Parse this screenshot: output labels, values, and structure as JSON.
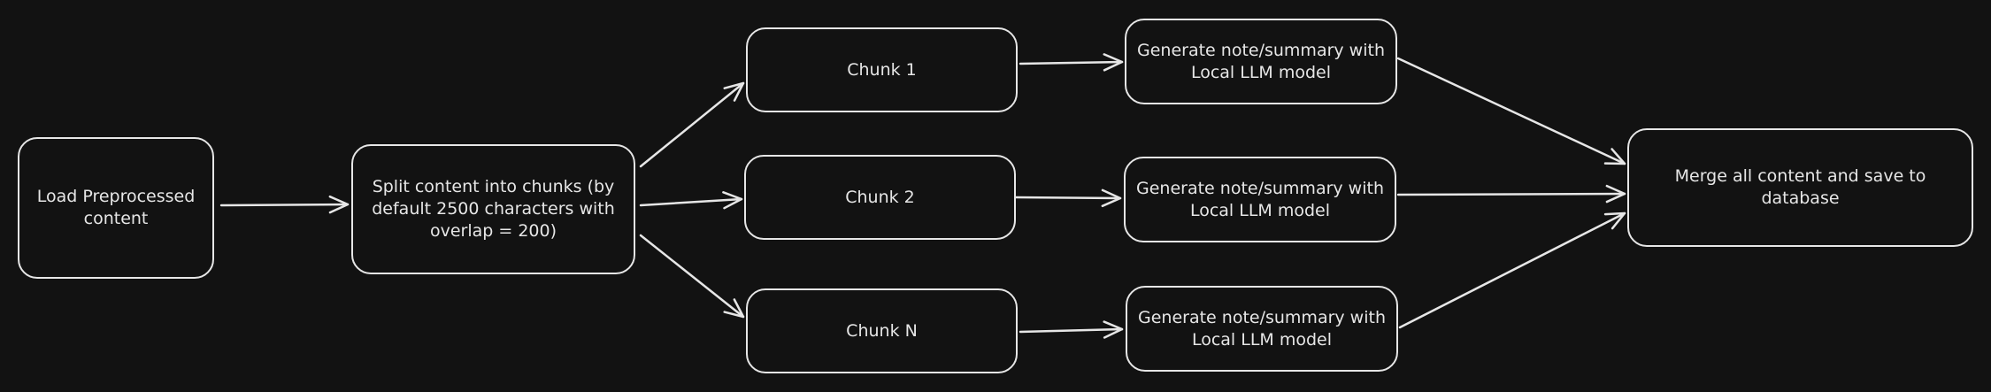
{
  "diagram": {
    "background": "#121212",
    "stroke_color": "#e6e6e6",
    "nodes": {
      "load": "Load Preprocessed content",
      "split": "Split content into chunks (by default 2500 characters with overlap = 200)",
      "chunk1": "Chunk 1",
      "chunk2": "Chunk 2",
      "chunkN": "Chunk N",
      "gen1": "Generate note/summary with Local LLM model",
      "gen2": "Generate note/summary with Local LLM model",
      "gen3": "Generate note/summary with Local LLM model",
      "merge": "Merge all content and save to database"
    },
    "edges": [
      {
        "from": "load",
        "to": "split"
      },
      {
        "from": "split",
        "to": "chunk1"
      },
      {
        "from": "split",
        "to": "chunk2"
      },
      {
        "from": "split",
        "to": "chunkN"
      },
      {
        "from": "chunk1",
        "to": "gen1"
      },
      {
        "from": "chunk2",
        "to": "gen2"
      },
      {
        "from": "chunkN",
        "to": "gen3"
      },
      {
        "from": "gen1",
        "to": "merge"
      },
      {
        "from": "gen2",
        "to": "merge"
      },
      {
        "from": "gen3",
        "to": "merge"
      }
    ]
  }
}
